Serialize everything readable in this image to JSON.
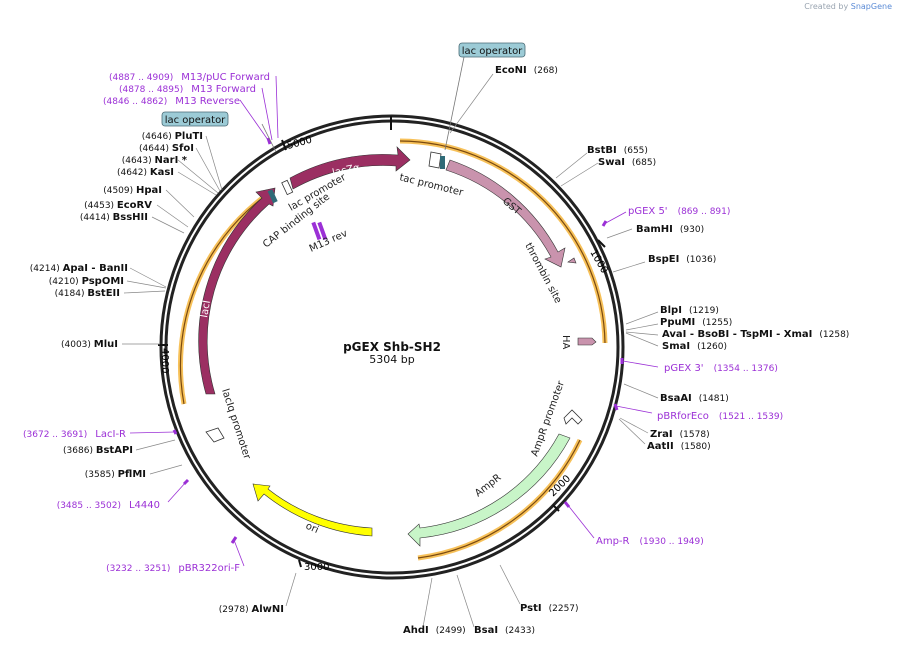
{
  "watermark": {
    "prefix": "Created by",
    "brand": "SnapGene"
  },
  "plasmid": {
    "name": "pGEX Shb-SH2",
    "length_label": "5304 bp",
    "length_bp": 5304
  },
  "ticks": [
    {
      "bp": 1000,
      "label": "1000"
    },
    {
      "bp": 2000,
      "label": "2000"
    },
    {
      "bp": 3000,
      "label": "3000"
    },
    {
      "bp": 4000,
      "label": "4000"
    },
    {
      "bp": 5000,
      "label": "5000"
    }
  ],
  "colors": {
    "lacI": "#9b2f62",
    "lacZa": "#9b2f62",
    "GST": "#c993ad",
    "AmpR": "#c8f5c8",
    "ori": "#ffff00",
    "primer": "#9b30d6",
    "enzyme": "#111111",
    "promoter": "#ffffff",
    "operator": "#9ccbd6",
    "highlight": "#f6b63c"
  },
  "features": [
    {
      "name": "lacI",
      "start": 3960,
      "end": 4910,
      "color": "#9b2f62",
      "arrow": "cw"
    },
    {
      "name": "lacZα",
      "start": 5054,
      "end": 170,
      "color": "#9b2f62",
      "arrow": "cw"
    },
    {
      "name": "GST",
      "start": 278,
      "end": 920,
      "color": "#c993ad",
      "arrow": "cw"
    },
    {
      "name": "AmpR",
      "start": 1580,
      "end": 2440,
      "color": "#c8f5c8",
      "arrow": "ccw"
    },
    {
      "name": "ori",
      "start": 2750,
      "end": 3330,
      "color": "#ffff00",
      "arrow": "ccw"
    }
  ],
  "feature_labels": [
    {
      "text": "tac promoter"
    },
    {
      "text": "thrombin site"
    },
    {
      "text": "HA"
    },
    {
      "text": "AmpR promoter"
    },
    {
      "text": "lacIq promoter"
    },
    {
      "text": "lac promoter"
    },
    {
      "text": "CAP binding site"
    },
    {
      "text": "M13 rev"
    }
  ],
  "operators": [
    {
      "text": "lac operator"
    },
    {
      "text": "lac operator"
    }
  ],
  "enzymes_right": [
    {
      "name": "EcoNI",
      "pos": "(268)"
    },
    {
      "name": "BstBI",
      "pos": "(655)"
    },
    {
      "name": "SwaI",
      "pos": "(685)"
    },
    {
      "name": "BamHI",
      "pos": "(930)"
    },
    {
      "name": "BspEI",
      "pos": "(1036)"
    },
    {
      "name": "BlpI",
      "pos": "(1219)"
    },
    {
      "name": "PpuMI",
      "pos": "(1255)"
    },
    {
      "name": "AvaI",
      "extra": [
        "BsoBI",
        "TspMI",
        "XmaI"
      ],
      "pos": "(1258)"
    },
    {
      "name": "SmaI",
      "pos": "(1260)"
    },
    {
      "name": "BsaAI",
      "pos": "(1481)"
    },
    {
      "name": "ZraI",
      "pos": "(1578)"
    },
    {
      "name": "AatII",
      "pos": "(1580)"
    },
    {
      "name": "PstI",
      "pos": "(2257)"
    },
    {
      "name": "BsaI",
      "pos": "(2433)"
    },
    {
      "name": "AhdI",
      "pos": "(2499)"
    }
  ],
  "enzymes_left": [
    {
      "name": "AlwNI",
      "pos": "(2978)"
    },
    {
      "name": "PflMI",
      "pos": "(3585)"
    },
    {
      "name": "BstAPI",
      "pos": "(3686)"
    },
    {
      "name": "MluI",
      "pos": "(4003)"
    },
    {
      "name": "BstEII",
      "pos": "(4184)"
    },
    {
      "name": "PspOMI",
      "pos": "(4210)"
    },
    {
      "name": "ApaI",
      "extra": [
        "BanII"
      ],
      "pos": "(4214)"
    },
    {
      "name": "BssHII",
      "pos": "(4414)"
    },
    {
      "name": "EcoRV",
      "pos": "(4453)"
    },
    {
      "name": "HpaI",
      "pos": "(4509)"
    },
    {
      "name": "KasI",
      "pos": "(4642)"
    },
    {
      "name": "NarI *",
      "pos": "(4643)"
    },
    {
      "name": "SfoI",
      "pos": "(4644)"
    },
    {
      "name": "PluTI",
      "pos": "(4646)"
    }
  ],
  "primers": [
    {
      "name": "pGEX 5'",
      "range": "(869 .. 891)"
    },
    {
      "name": "pGEX 3'",
      "range": "(1354 .. 1376)"
    },
    {
      "name": "pBRforEco",
      "range": "(1521 .. 1539)"
    },
    {
      "name": "Amp-R",
      "range": "(1930 .. 1949)"
    },
    {
      "name": "pBR322ori-F",
      "range": "(3232 .. 3251)"
    },
    {
      "name": "L4440",
      "range": "(3485 .. 3502)"
    },
    {
      "name": "LacI-R",
      "range": "(3672 .. 3691)"
    },
    {
      "name": "M13 Reverse",
      "range": "(4846 .. 4862)"
    },
    {
      "name": "M13 Forward",
      "range": "(4878 .. 4895)"
    },
    {
      "name": "M13/pUC Forward",
      "range": "(4887 .. 4909)"
    }
  ]
}
